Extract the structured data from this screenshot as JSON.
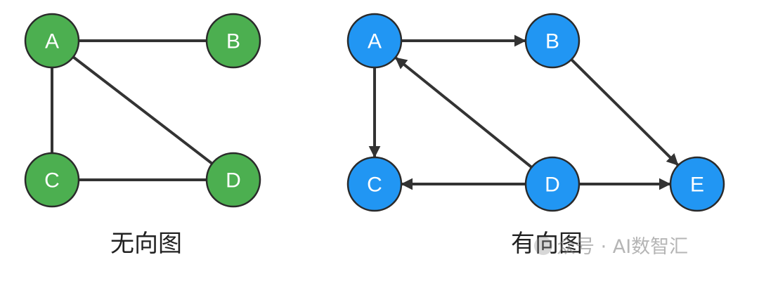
{
  "undirected": {
    "caption": "无向图",
    "fill": "#4caf50",
    "nodes": [
      {
        "id": "A",
        "label": "A"
      },
      {
        "id": "B",
        "label": "B"
      },
      {
        "id": "C",
        "label": "C"
      },
      {
        "id": "D",
        "label": "D"
      }
    ],
    "edges": [
      {
        "from": "A",
        "to": "B"
      },
      {
        "from": "A",
        "to": "C"
      },
      {
        "from": "A",
        "to": "D"
      },
      {
        "from": "C",
        "to": "D"
      }
    ]
  },
  "directed": {
    "caption": "有向图",
    "fill": "#2196f3",
    "nodes": [
      {
        "id": "A",
        "label": "A"
      },
      {
        "id": "B",
        "label": "B"
      },
      {
        "id": "C",
        "label": "C"
      },
      {
        "id": "D",
        "label": "D"
      },
      {
        "id": "E",
        "label": "E"
      }
    ],
    "edges": [
      {
        "from": "A",
        "to": "B"
      },
      {
        "from": "A",
        "to": "C"
      },
      {
        "from": "D",
        "to": "A"
      },
      {
        "from": "B",
        "to": "E"
      },
      {
        "from": "D",
        "to": "C"
      },
      {
        "from": "D",
        "to": "E"
      }
    ]
  },
  "watermark": {
    "text": "众号 · AI数智汇"
  },
  "colors": {
    "edge": "#333333",
    "label": "#ffffff",
    "outline": "#2a2a2a"
  }
}
